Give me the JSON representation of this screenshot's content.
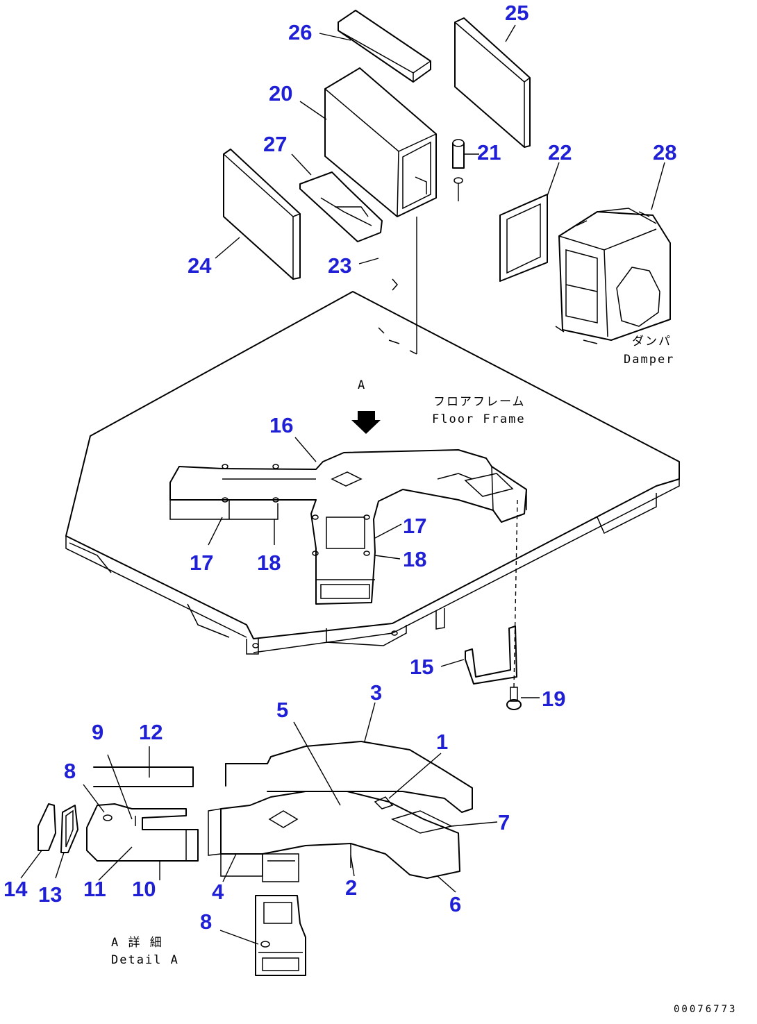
{
  "diagram": {
    "callouts": [
      "1",
      "2",
      "3",
      "4",
      "5",
      "6",
      "7",
      "8",
      "8",
      "9",
      "10",
      "11",
      "12",
      "13",
      "14",
      "15",
      "16",
      "17",
      "17",
      "18",
      "18",
      "19",
      "20",
      "21",
      "22",
      "23",
      "24",
      "25",
      "26",
      "27",
      "28"
    ],
    "notes": {
      "damper_jp": "ダンパ",
      "damper_en": "Damper",
      "floor_frame_jp": "フロアフレーム",
      "floor_frame_en": "Floor Frame",
      "view_marker": "A",
      "detail_jp": "A 詳 細",
      "detail_en": "Detail A",
      "doc_id": "00076773"
    }
  }
}
